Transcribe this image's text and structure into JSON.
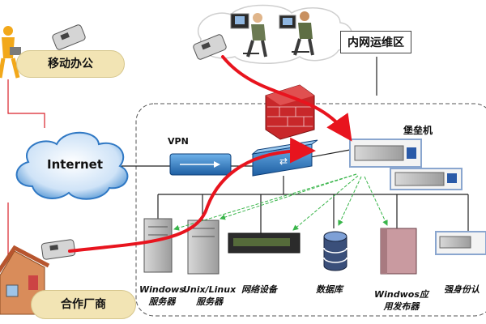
{
  "zones": {
    "mobile_office": "移动办公",
    "internet": "Internet",
    "intranet_ops": "内网运维区",
    "partner": "合作厂商"
  },
  "nodes": {
    "vpn": "VPN",
    "bastion": "堡垒机"
  },
  "devices": [
    {
      "line1": "Windows",
      "line2": "服务器"
    },
    {
      "line1": "Unix/Linux",
      "line2": "服务器"
    },
    {
      "line1": "网络设备",
      "line2": ""
    },
    {
      "line1": "数据库",
      "line2": ""
    },
    {
      "line1": "Windwos应",
      "line2": "用发布器"
    },
    {
      "line1": "强身份认",
      "line2": ""
    }
  ],
  "colors": {
    "red_line": "#e8141e",
    "green_arrow": "#39b54a",
    "pill_fill": "#f2e4b4",
    "cloud_blue": "#4a8fd0",
    "firewall": "#c8282a",
    "vpn_box": "#1f6fb5"
  },
  "icons": [
    "person-icon",
    "usb-key-icon",
    "firewall-icon",
    "switch-icon",
    "server-icon",
    "database-icon",
    "house-icon",
    "cloud-icon"
  ]
}
